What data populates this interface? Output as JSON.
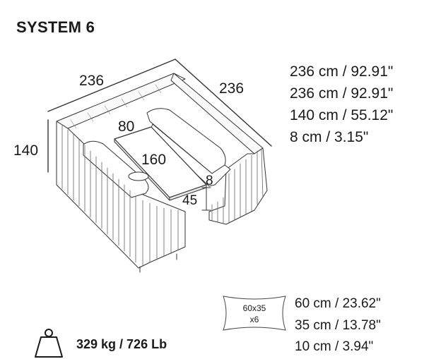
{
  "title": "SYSTEM 6",
  "diagram": {
    "dim_width": "236",
    "dim_depth": "236",
    "dim_height": "140",
    "table_width": "80",
    "table_length": "160",
    "table_top": "8",
    "table_height": "45"
  },
  "specs": [
    "236 cm / 92.91\"",
    "236 cm / 92.91\"",
    "140 cm / 55.12\"",
    "8 cm / 3.15\""
  ],
  "cushion": {
    "label_line1": "60x35",
    "label_line2": "x6",
    "specs": [
      "60 cm / 23.62\"",
      "35 cm / 13.78\"",
      "10 cm / 3.94\""
    ]
  },
  "weight": {
    "icon": "weight-icon",
    "text": "329 kg / 726 Lb"
  }
}
